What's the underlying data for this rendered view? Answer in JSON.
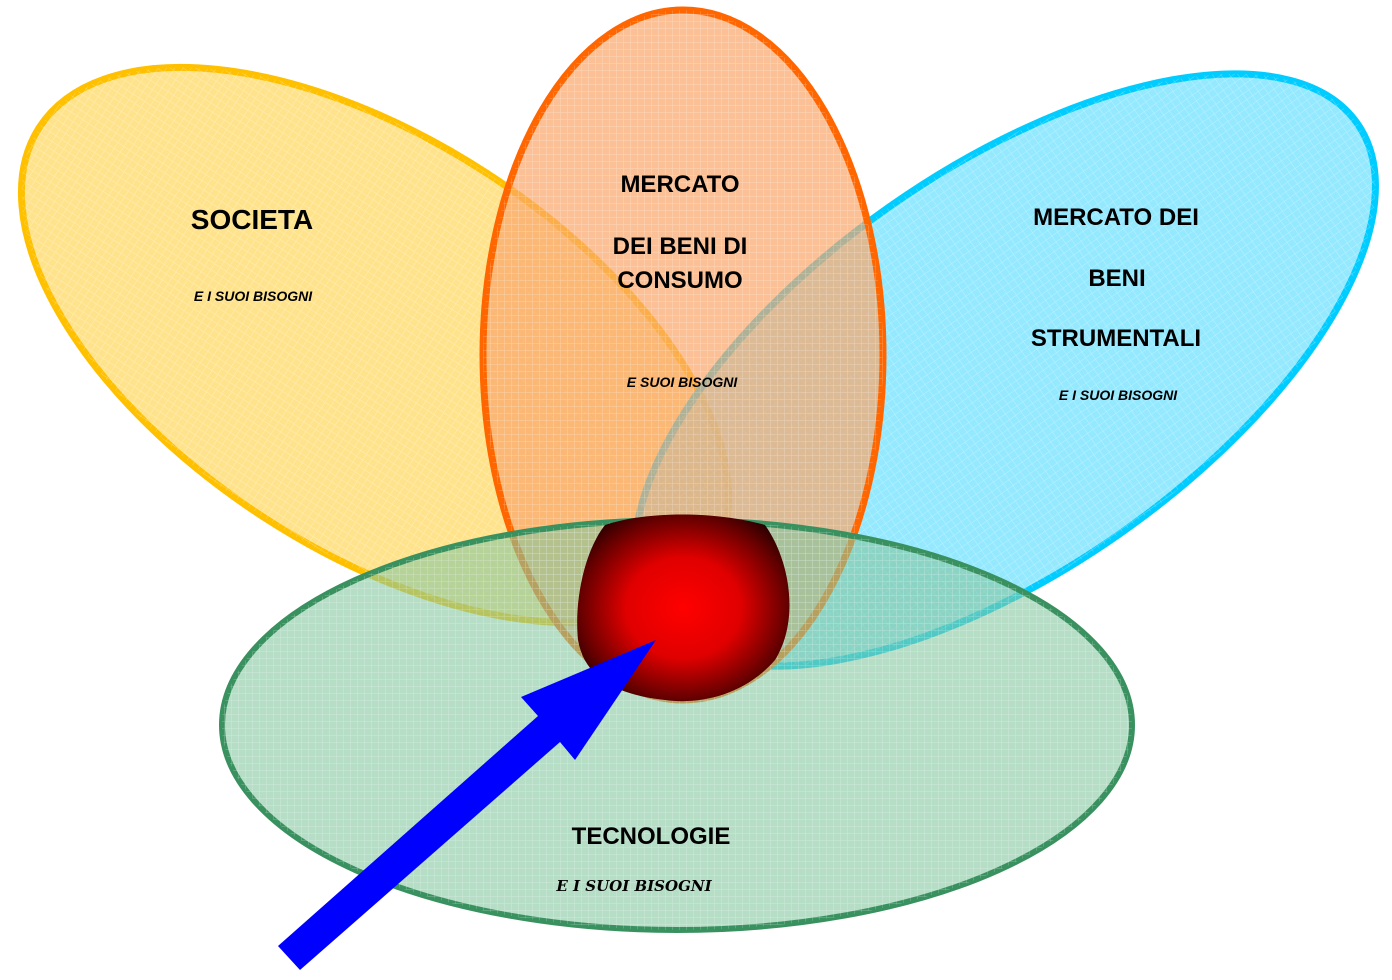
{
  "colors": {
    "societa_fill": "#FFD966",
    "societa_stroke": "#FFC000",
    "consumo_fill": "#F9A56A",
    "consumo_stroke": "#FF6600",
    "strumentali_fill": "#66E0FF",
    "strumentali_stroke": "#00CCFF",
    "tecnologie_fill": "#86C69E",
    "tecnologie_stroke": "#3A9160",
    "core": "#FF0000",
    "arrow": "#0000FF"
  },
  "societa": {
    "title": "SOCIETA",
    "subtitle": "E I SUOI BISOGNI"
  },
  "consumo": {
    "line1": "MERCATO",
    "line2": "DEI BENI DI",
    "line3": "CONSUMO",
    "subtitle": "E SUOI BISOGNI"
  },
  "strumentali": {
    "line1": "MERCATO DEI",
    "line2": "BENI",
    "line3": "STRUMENTALI",
    "subtitle": "E I SUOI BISOGNI"
  },
  "tecnologie": {
    "title": "TECNOLOGIE",
    "subtitle": "E I SUOI BISOGNI"
  }
}
